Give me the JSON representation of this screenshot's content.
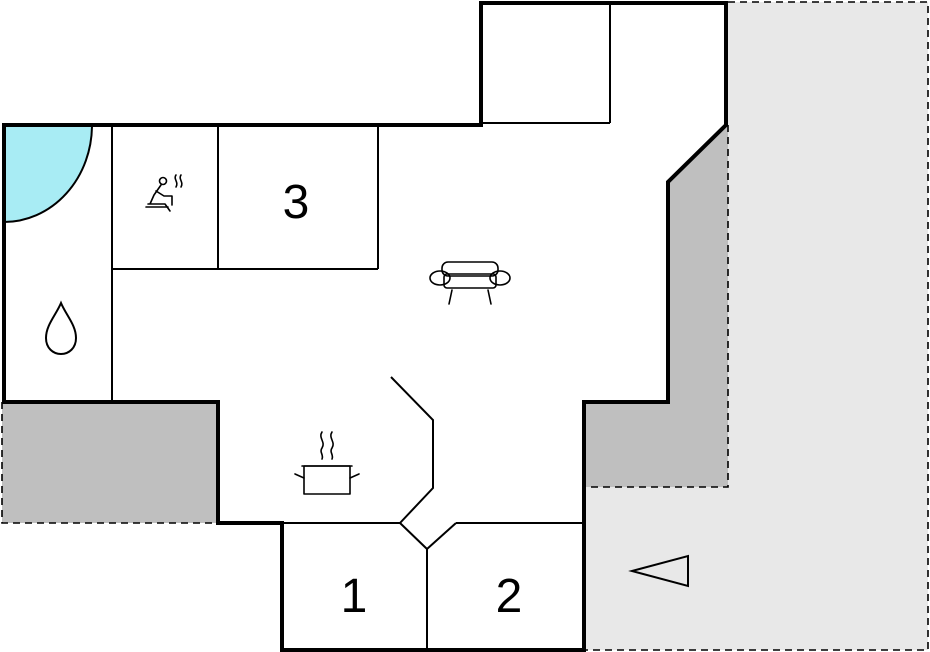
{
  "rooms": {
    "bedroom_1": "1",
    "bedroom_2": "2",
    "bedroom_3": "3"
  },
  "colors": {
    "wall": "#000000",
    "outdoor_light": "#e8e8e8",
    "outdoor_dark": "#bfbfbf",
    "water": "#a8ecf4",
    "background": "#ffffff"
  },
  "icons": {
    "sauna": "sauna-icon",
    "sofa": "sofa-icon",
    "kitchen": "cooking-pot-icon",
    "shower": "water-drop-icon",
    "north": "direction-arrow-icon"
  }
}
